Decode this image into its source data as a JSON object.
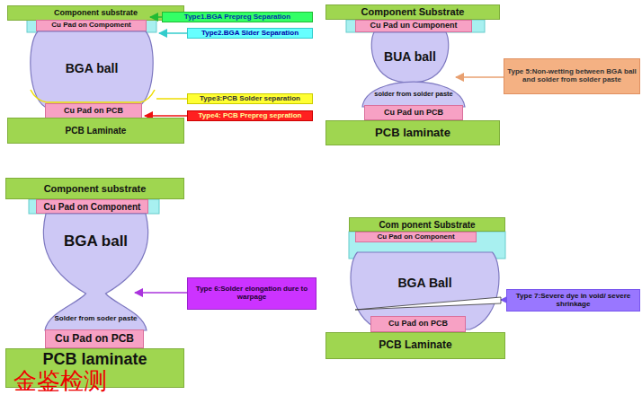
{
  "diagram": {
    "nodes": [
      {
        "text": [
          "Component substrate"
        ]
      },
      {
        "text": [
          "Cu Pad on Compoment"
        ]
      },
      {
        "text": [
          "BGA ball"
        ]
      },
      {
        "text": [
          "Cu Pad on PCB"
        ]
      },
      {
        "text": [
          "PCB Laminate"
        ]
      },
      {
        "text": [
          "Type1.BGA Prepreg Separation"
        ]
      },
      {
        "text": [
          "Type2.BGA Slder Separation"
        ]
      },
      {
        "text": [
          "Type3:PCB Solder separation"
        ]
      },
      {
        "text": [
          "Type4: PCB Prepreg sepration"
        ]
      },
      {
        "text": [
          "Component Substrate"
        ]
      },
      {
        "text": [
          "Cu Pad un Cumponent"
        ]
      },
      {
        "text": [
          "BUA ball"
        ]
      },
      {
        "text": [
          "solder from solder paste"
        ]
      },
      {
        "text": [
          "Cu Pad un PCB"
        ]
      },
      {
        "text": [
          "PCB laminate"
        ]
      },
      {
        "text": [
          "Type 5:Non-wetting between BGA ball and solder from solder paste"
        ]
      },
      {
        "text": [
          "Component substrate"
        ]
      },
      {
        "text": [
          "Cu Pad on Component"
        ]
      },
      {
        "text": [
          "BGA ball"
        ]
      },
      {
        "text": [
          "Cu Pad on PCB"
        ]
      },
      {
        "text": [
          "PCB laminate"
        ]
      },
      {
        "text": [
          "Type 6:Solder elongation dure to warpage"
        ]
      },
      {
        "text": [
          "Com ponent Substrate"
        ]
      },
      {
        "text": [
          "Cu Pad on Component"
        ]
      },
      {
        "text": [
          "BGA Ball"
        ]
      },
      {
        "text": [
          "Type 7:Severe dye in void/ severe shrinkage"
        ]
      },
      {
        "text": [
          "Cu Pad on PCB"
        ]
      },
      {
        "text": [
          "PCB Laminate"
        ]
      }
    ],
    "labels": [
      "Solder from soder paste",
      "金鉴检测"
    ]
  }
}
